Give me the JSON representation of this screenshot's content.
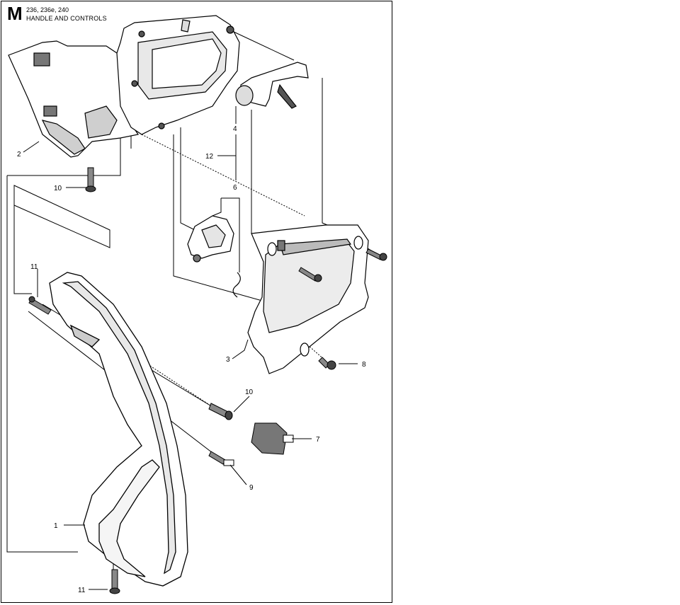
{
  "header": {
    "section_letter": "M",
    "models": "236, 236e, 240",
    "title": "HANDLE AND CONTROLS"
  },
  "callouts": [
    "1",
    "2",
    "3",
    "4",
    "6",
    "7",
    "8",
    "9",
    "10",
    "10",
    "11",
    "11",
    "12"
  ],
  "colors": {
    "line": "#000000",
    "part_fill": "#ffffff",
    "shade": "#cfcfcf",
    "dark": "#555555"
  }
}
